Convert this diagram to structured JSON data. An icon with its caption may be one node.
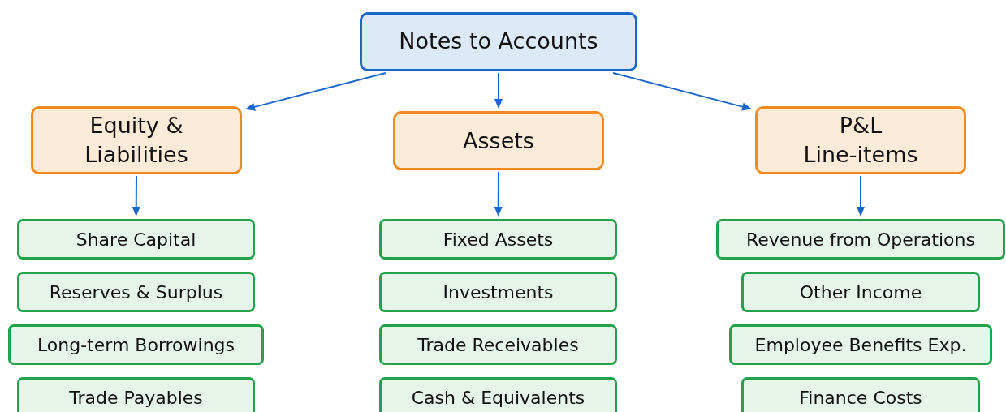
{
  "diagram": {
    "nodes": [
      {
        "text": [
          "Notes to Accounts"
        ]
      },
      {
        "text": [
          "Equity & Liabilities"
        ]
      },
      {
        "text": [
          "Assets"
        ]
      },
      {
        "text": [
          "P&L Line-items"
        ]
      },
      {
        "text": [
          "Share Capital"
        ]
      },
      {
        "text": [
          "Reserves & Surplus"
        ]
      },
      {
        "text": [
          "Long-term Borrowings"
        ]
      },
      {
        "text": [
          "Trade Payables"
        ]
      },
      {
        "text": [
          "Fixed Assets"
        ]
      },
      {
        "text": [
          "Investments"
        ]
      },
      {
        "text": [
          "Trade Receivables"
        ]
      },
      {
        "text": [
          "Cash & Equivalents"
        ]
      },
      {
        "text": [
          "Revenue from Operations"
        ]
      },
      {
        "text": [
          "Other Income"
        ]
      },
      {
        "text": [
          "Employee Benefits Exp."
        ]
      },
      {
        "text": [
          "Finance Costs"
        ]
      }
    ],
    "edges": [
      {
        "from": 0,
        "to": 1,
        "arrow": "to"
      },
      {
        "from": 0,
        "to": 2,
        "arrow": "to"
      },
      {
        "from": 0,
        "to": 3,
        "arrow": "to"
      },
      {
        "from": 1,
        "to": 4,
        "arrow": "to"
      },
      {
        "from": 2,
        "to": 8,
        "arrow": "to"
      },
      {
        "from": 3,
        "to": 12,
        "arrow": "to"
      }
    ]
  }
}
